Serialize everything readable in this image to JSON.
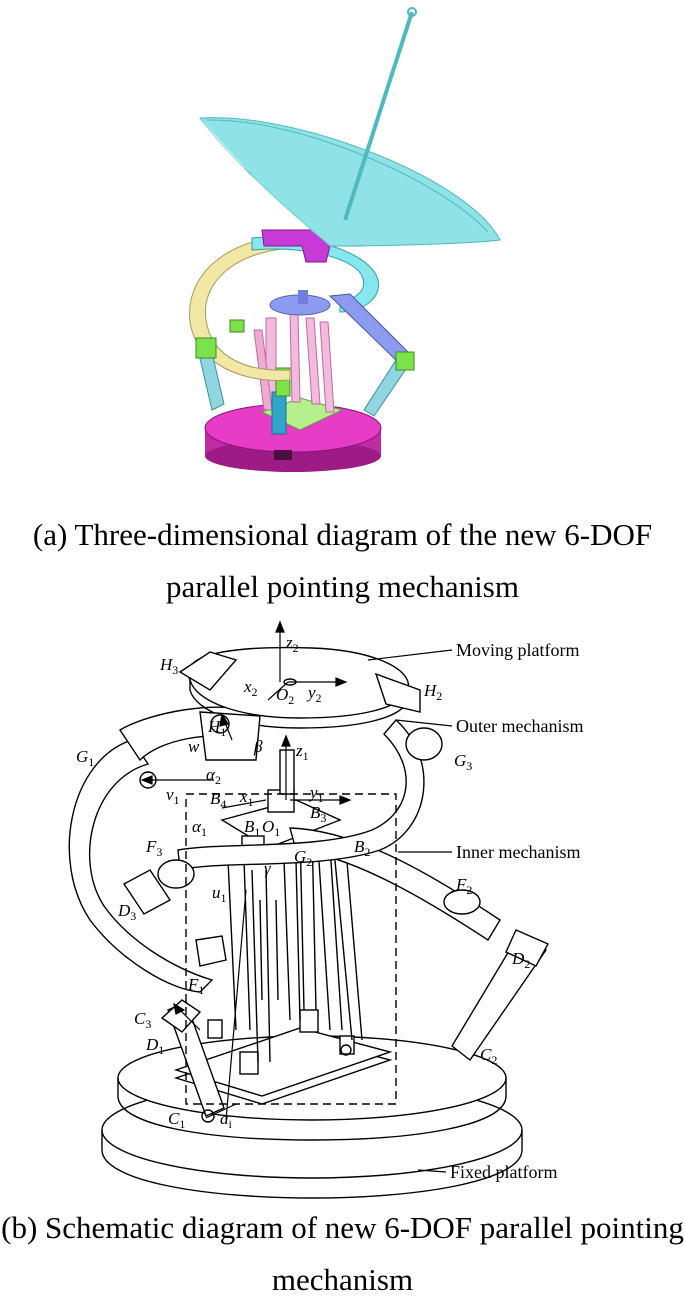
{
  "captions": {
    "a_line1": "(a) Three-dimensional diagram of the new 6-DOF",
    "a_line2": "parallel pointing mechanism",
    "b_line1": "(b) Schematic diagram of new 6-DOF parallel pointing",
    "b_line2": "mechanism"
  },
  "callouts": {
    "moving_platform": "Moving platform",
    "outer_mechanism": "Outer mechanism",
    "inner_mechanism": "Inner mechanism",
    "fixed_platform": "Fixed platform"
  },
  "labels": [
    {
      "id": "z2",
      "base": "z",
      "sub": "2"
    },
    {
      "id": "H3",
      "base": "H",
      "sub": "3"
    },
    {
      "id": "x2",
      "base": "x",
      "sub": "2"
    },
    {
      "id": "O2",
      "base": "O",
      "sub": "2"
    },
    {
      "id": "y2",
      "base": "y",
      "sub": "2"
    },
    {
      "id": "H2",
      "base": "H",
      "sub": "2"
    },
    {
      "id": "H1",
      "base": "H",
      "sub": "1"
    },
    {
      "id": "w",
      "base": "w",
      "sub": ""
    },
    {
      "id": "beta",
      "base": "β",
      "sub": ""
    },
    {
      "id": "z1",
      "base": "z",
      "sub": "1"
    },
    {
      "id": "G1",
      "base": "G",
      "sub": "1"
    },
    {
      "id": "alpha2",
      "base": "α",
      "sub": "2"
    },
    {
      "id": "G3",
      "base": "G",
      "sub": "3"
    },
    {
      "id": "v1",
      "base": "v",
      "sub": "1"
    },
    {
      "id": "B4",
      "base": "B",
      "sub": "4"
    },
    {
      "id": "x1",
      "base": "x",
      "sub": "1"
    },
    {
      "id": "y1",
      "base": "y",
      "sub": "1"
    },
    {
      "id": "B3",
      "base": "B",
      "sub": "3"
    },
    {
      "id": "alpha1",
      "base": "α",
      "sub": "1"
    },
    {
      "id": "B1",
      "base": "B",
      "sub": "1"
    },
    {
      "id": "O1",
      "base": "O",
      "sub": "1"
    },
    {
      "id": "F3",
      "base": "F",
      "sub": "3"
    },
    {
      "id": "G2",
      "base": "G",
      "sub": "2"
    },
    {
      "id": "B2",
      "base": "B",
      "sub": "2"
    },
    {
      "id": "gamma",
      "base": "γ",
      "sub": ""
    },
    {
      "id": "u1",
      "base": "u",
      "sub": "1"
    },
    {
      "id": "F2",
      "base": "F",
      "sub": "2"
    },
    {
      "id": "D3",
      "base": "D",
      "sub": "3"
    },
    {
      "id": "D2",
      "base": "D",
      "sub": "2"
    },
    {
      "id": "F1",
      "base": "F",
      "sub": "1"
    },
    {
      "id": "C3",
      "base": "C",
      "sub": "3"
    },
    {
      "id": "D1",
      "base": "D",
      "sub": "1"
    },
    {
      "id": "C2",
      "base": "C",
      "sub": "2"
    },
    {
      "id": "C1",
      "base": "C",
      "sub": "1"
    },
    {
      "id": "ai",
      "base": "a",
      "sub": "i"
    }
  ],
  "colors": {
    "dish": "#8fe3e6",
    "dish_dark": "#4fb9c0",
    "base": "#d92fb8",
    "base_dark": "#9e1b85",
    "magenta_joint": "#c83ad8",
    "yellow_arc": "#f3e7a6",
    "cyan_arc": "#86e8ee",
    "blue_arc": "#8c9aef",
    "pink_leg": "#f4b9df",
    "green_joint": "#7be34a",
    "teal_leg": "#2fa6c9"
  }
}
